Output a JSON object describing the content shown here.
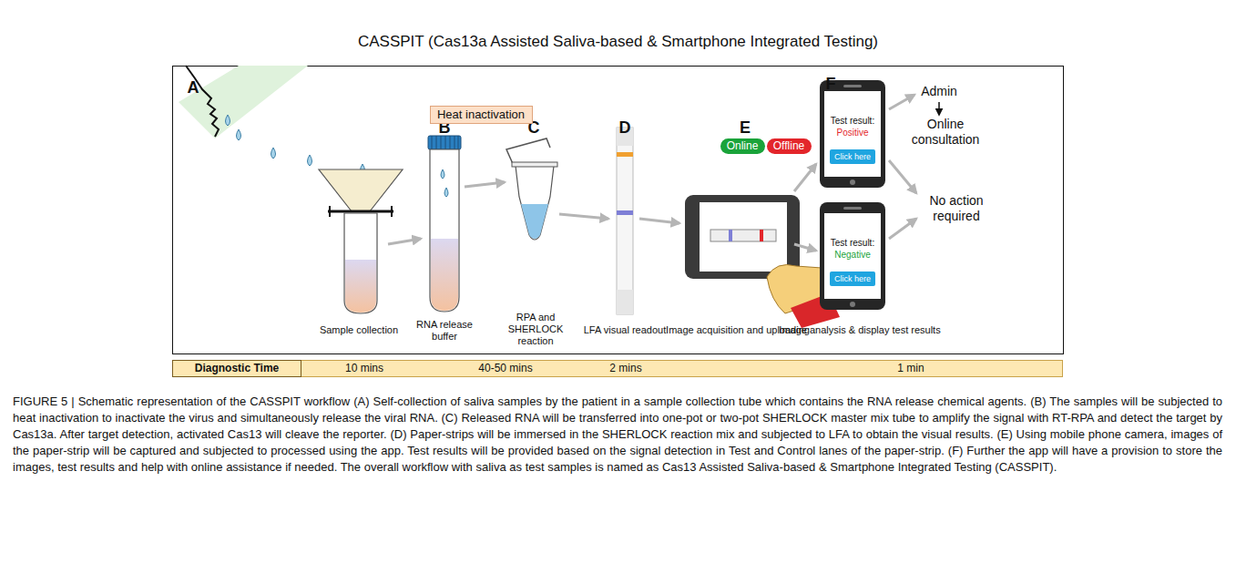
{
  "diagram": {
    "title": "CASSPIT (Cas13a Assisted Saliva-based & Smartphone Integrated Testing)",
    "caption": "FIGURE 5 | Schematic representation of the CASSPIT workflow (A) Self-collection of saliva samples by the patient in a sample collection tube which contains the RNA release chemical agents. (B) The samples will be subjected to heat inactivation to inactivate the virus and simultaneously release the viral RNA. (C) Released RNA will be transferred into one-pot or two-pot SHERLOCK master mix tube to amplify the signal with RT-RPA and detect the target by Cas13a. After target detection, activated Cas13 will cleave the reporter. (D) Paper-strips will be immersed in the SHERLOCK reaction mix and subjected to LFA to obtain the visual results. (E) Using mobile phone camera, images of the paper-strip will be captured and subjected to processed using the app. Test results will be provided based on the signal detection in Test and Control lanes of the paper-strip. (F) Further the app will have a provision to store the images, test results and help with online assistance if needed. The overall workflow with saliva as test samples is named as Cas13 Assisted Saliva-based & Smartphone Integrated Testing (CASSPIT).",
    "nodes": [
      {
        "text": [
          "Heat inactivation"
        ]
      },
      {
        "text": [
          "Online"
        ]
      },
      {
        "text": [
          "Offline"
        ]
      },
      {
        "text": [
          "Test result:",
          "Positive"
        ]
      },
      {
        "text": [
          "Click here"
        ],
        "in": 3
      },
      {
        "text": [
          "Test result:",
          "Negative"
        ]
      },
      {
        "text": [
          "Click here"
        ],
        "in": 5
      },
      {
        "text": [
          "10 mins",
          "40-50 mins",
          "2 mins",
          "1 min"
        ]
      },
      {
        "text": [
          "Diagnostic Time"
        ],
        "in": 7
      }
    ],
    "labels": [
      "A",
      "Sample collection",
      "B",
      "RNA release buffer",
      "C",
      "RPA and SHERLOCK reaction",
      "D",
      "LFA visual readout",
      "E",
      "Image acquisition and uploading",
      "F",
      "Admin",
      "Online consultation",
      "No action required",
      "Image analysis & display test results"
    ]
  }
}
